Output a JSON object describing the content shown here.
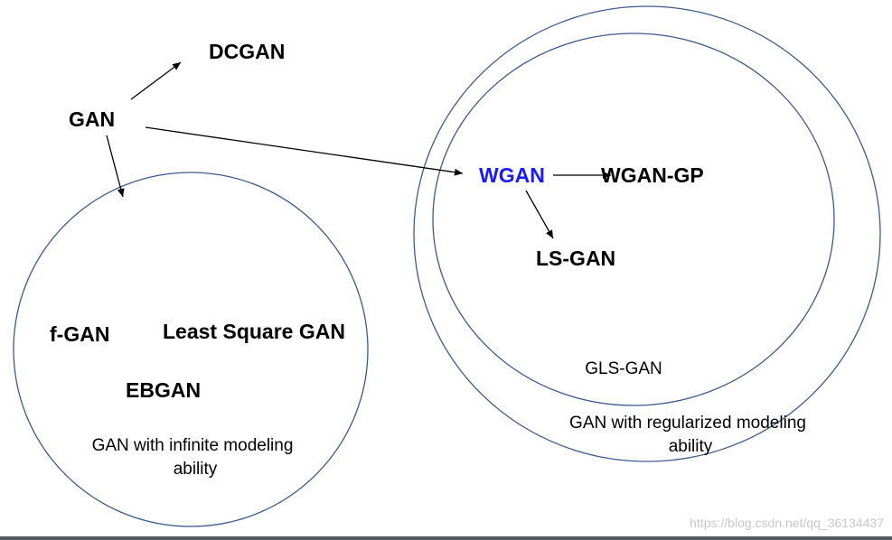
{
  "nodes": {
    "dcgan": "DCGAN",
    "gan": "GAN",
    "wgan": "WGAN",
    "wgan_gp": "WGAN-GP",
    "ls_gan": "LS-GAN",
    "f_gan": "f-GAN",
    "least_square_gan": "Least Square GAN",
    "ebgan": "EBGAN",
    "gls_gan": "GLS-GAN"
  },
  "groups": {
    "infinite_line1": "GAN with infinite modeling",
    "infinite_line2": "ability",
    "regularized_line1": "GAN with regularized modeling",
    "regularized_line2": "ability"
  },
  "watermark": "https://blog.csdn.net/qq_36134437",
  "colors": {
    "circle_stroke": "#3b5b8e",
    "highlight": "#1a1aff",
    "text": "#000000"
  }
}
